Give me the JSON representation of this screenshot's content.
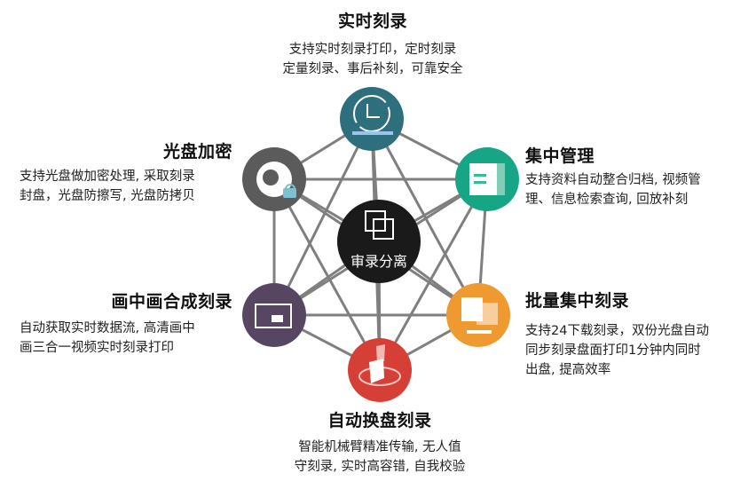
{
  "diagram": {
    "center": {
      "label": "审录分离",
      "icon": "overlapping-squares-icon",
      "color": "#1a1a1a"
    },
    "nodes": [
      {
        "id": "realtime",
        "title": "实时刻录",
        "desc": [
          "支持实时刻录打印，定时刻录",
          "定量刻录、事后补刻，可靠安全"
        ],
        "icon": "clock-icon",
        "color": "#2e6f7e"
      },
      {
        "id": "central-manage",
        "title": "集中管理",
        "desc": [
          "支持资料自动整合归档, 视频管",
          "理、信息检索查询, 回放补刻"
        ],
        "icon": "document-icon",
        "color": "#17a685"
      },
      {
        "id": "batch-burn",
        "title": "批量集中刻录",
        "desc": [
          "支持24下载刻录，双份光盘自动",
          "同步刻录盘面打印1分钟内同时",
          "出盘, 提高效率"
        ],
        "icon": "stacked-pages-icon",
        "color": "#ef9a30"
      },
      {
        "id": "auto-swap",
        "title": "自动换盘刻录",
        "desc": [
          "智能机械臂精准传输, 无人值",
          "守刻录, 实时高容错, 自我校验"
        ],
        "icon": "robot-arm-icon",
        "color": "#d63f35"
      },
      {
        "id": "pip-burn",
        "title": "画中画合成刻录",
        "desc": [
          "自动获取实时数据流, 高清画中",
          "画三合一视频实时刻录打印"
        ],
        "icon": "picture-in-picture-icon",
        "color": "#574661"
      },
      {
        "id": "disc-encrypt",
        "title": "光盘加密",
        "desc": [
          "支持光盘做加密处理, 采取刻录",
          "封盘，光盘防擦写, 光盘防拷贝"
        ],
        "icon": "disc-lock-icon",
        "color": "#5b5b5b"
      }
    ],
    "edge_color": "#7f7f7f"
  }
}
